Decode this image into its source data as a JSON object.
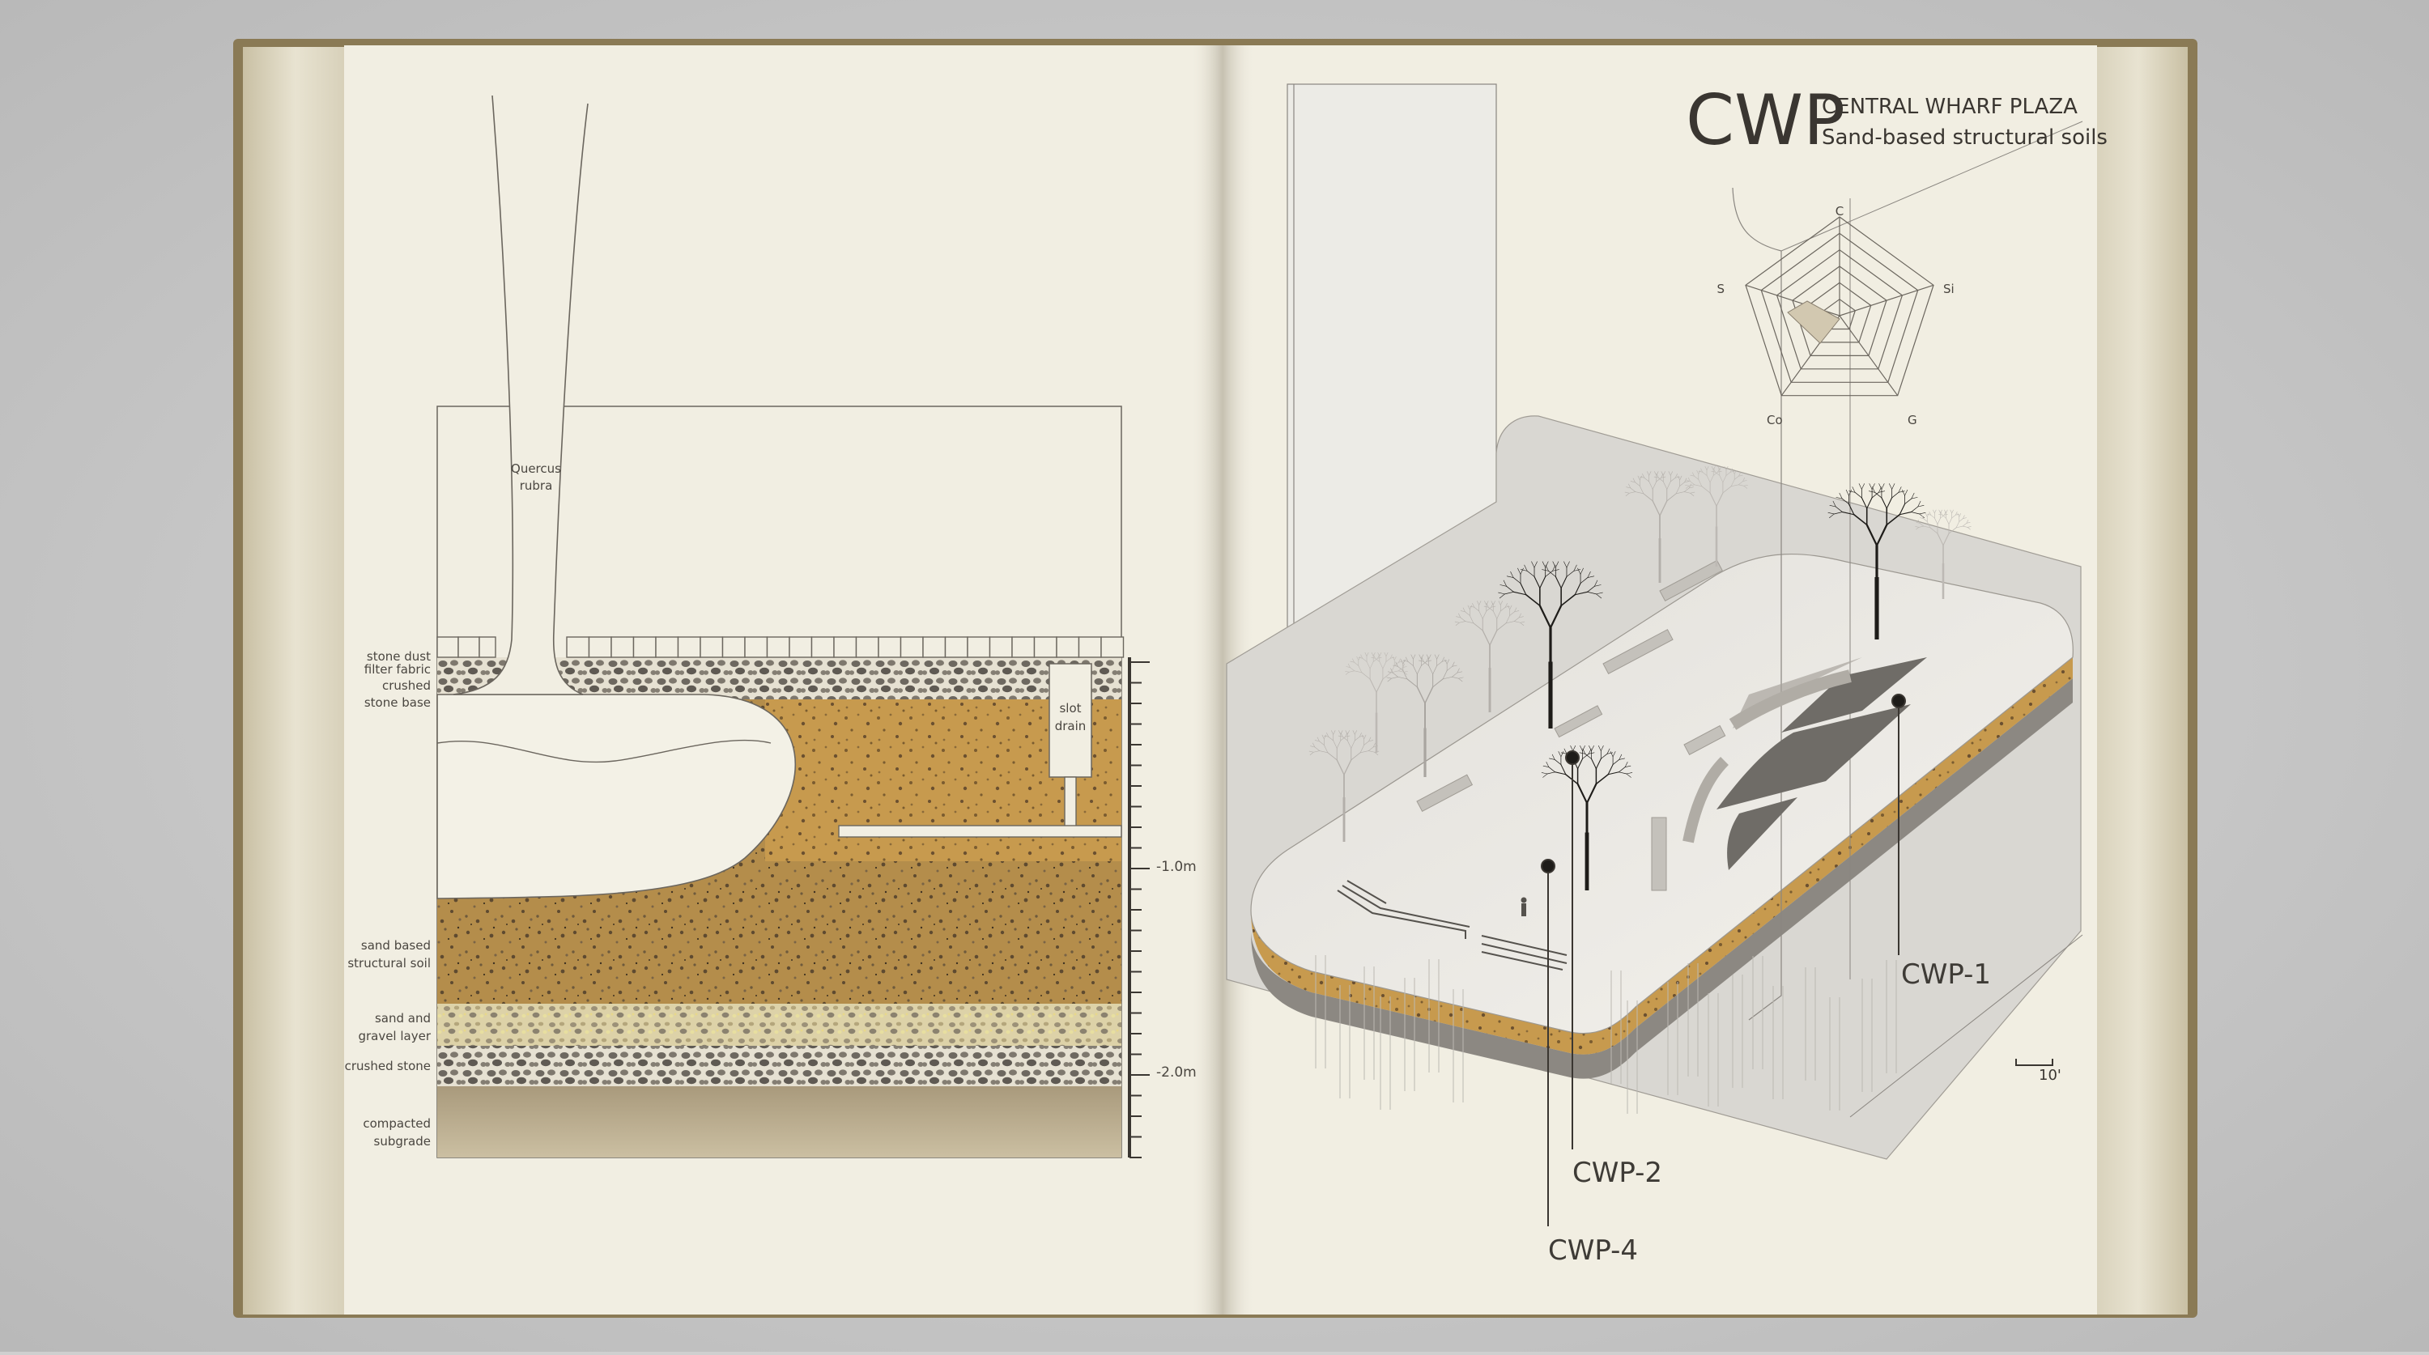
{
  "left_page": {
    "tree_label": [
      "Quercus",
      "rubra"
    ],
    "slot_drain_label": [
      "slot",
      "drain"
    ],
    "layers": [
      {
        "id": "stone-dust",
        "lines": [
          "stone dust"
        ]
      },
      {
        "id": "filter-fabric",
        "lines": [
          "filter fabric"
        ]
      },
      {
        "id": "crushed-stone-base",
        "lines": [
          "crushed",
          "stone base"
        ]
      },
      {
        "id": "sand-structural-soil",
        "lines": [
          "sand based",
          "structural soil"
        ]
      },
      {
        "id": "sand-gravel-layer",
        "lines": [
          "sand and",
          "gravel layer"
        ]
      },
      {
        "id": "crushed-stone",
        "lines": [
          "crushed stone"
        ]
      },
      {
        "id": "compacted-subgrade",
        "lines": [
          "compacted",
          "subgrade"
        ]
      }
    ],
    "depth_ticks": [
      "-1.0m",
      "-2.0m"
    ]
  },
  "right_page": {
    "code": "CWP",
    "title": "CENTRAL WHARF PLAZA",
    "subtitle": "Sand-based structural soils",
    "radar_axes": [
      "C",
      "Si",
      "G",
      "Co",
      "S"
    ],
    "callouts": [
      "CWP-1",
      "CWP-2",
      "CWP-4"
    ],
    "scale_label": "10'"
  },
  "colors": {
    "paper": "#f1eee2",
    "book_cover": "#8a7a55",
    "soil": "#b48d4b",
    "soil_dark": "#6e5a3c",
    "gravel": "#d9d1b2",
    "stone": "#8d877d",
    "subgrade": "#b8a88a",
    "ink": "#3a3631"
  }
}
